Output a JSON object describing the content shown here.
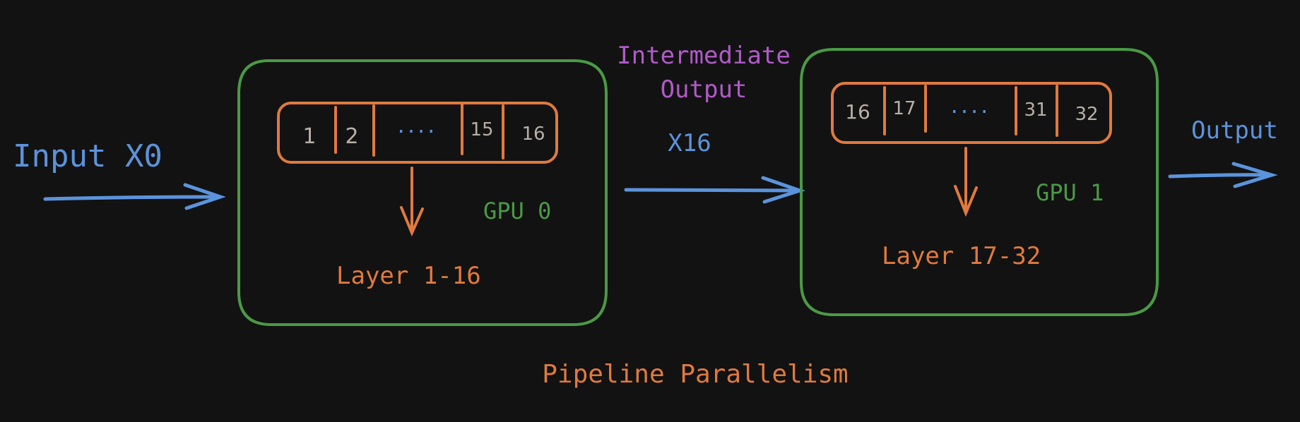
{
  "colors": {
    "background": "#121212",
    "blue": "#5b93dc",
    "green": "#4a9a45",
    "orange": "#e07a3e",
    "purple": "#b15ac9",
    "cell_text": "#b7b0a6"
  },
  "input_label": "Input X0",
  "intermediate_label_line1": "Intermediate",
  "intermediate_label_line2": "Output",
  "intermediate_value": "X16",
  "output_label": "Output",
  "caption": "Pipeline Parallelism",
  "gpu0": {
    "name": "GPU 0",
    "layer_label": "Layer 1-16",
    "cells": [
      "1",
      "2",
      "....",
      "15",
      "16"
    ]
  },
  "gpu1": {
    "name": "GPU 1",
    "layer_label": "Layer 17-32",
    "cells": [
      "16",
      "17",
      "....",
      "31",
      "32"
    ]
  }
}
